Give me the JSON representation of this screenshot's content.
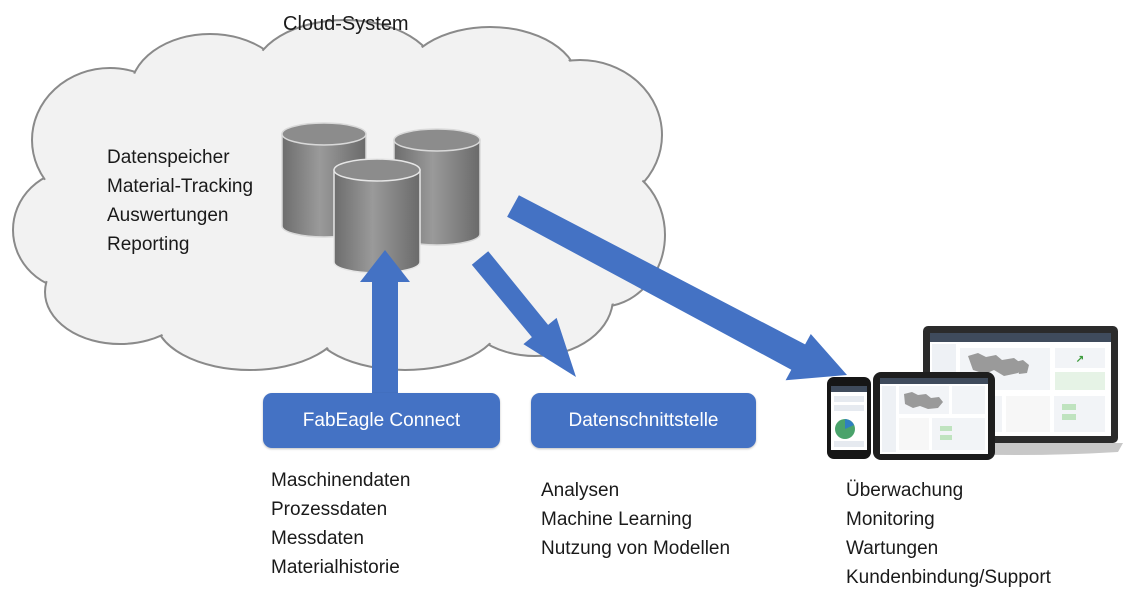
{
  "cloud": {
    "title": "Cloud-System",
    "features": [
      "Datenspeicher",
      "Material-Tracking",
      "Auswertungen",
      "Reporting"
    ]
  },
  "boxes": {
    "connect": "FabEagle Connect",
    "interface": "Datenschnittstelle"
  },
  "lists": {
    "connect": [
      "Maschinendaten",
      "Prozessdaten",
      "Messdaten",
      "Materialhistorie"
    ],
    "interface": [
      "Analysen",
      "Machine Learning",
      "Nutzung von Modellen"
    ],
    "devices": [
      "Überwachung",
      "Monitoring",
      "Wartungen",
      "Kundenbindung/Support"
    ]
  },
  "colors": {
    "accent": "#4472c4",
    "cloud_fill": "#f2f2f2",
    "cloud_stroke": "#8a8a8a",
    "database": "#7f7f7f"
  }
}
